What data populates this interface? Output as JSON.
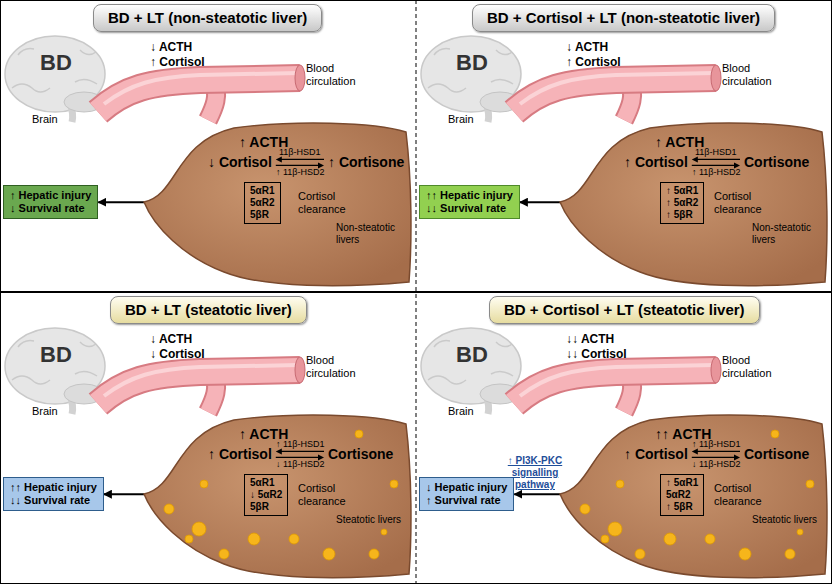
{
  "diagram": {
    "nodes": [
      {
        "text": [
          "BD + LT (non-steatotic liver)"
        ]
      },
      {
        "text": [
          "↑ Hepatic injury",
          "↓ Survival rate"
        ]
      },
      {
        "text": [
          "↑ ACTH",
          "↓ Cortisol",
          "↑ Cortisone",
          "11β-HSD1",
          "↑ 11β-HSD2",
          "Cortisol clearance"
        ]
      },
      {
        "text": [
          "5αR1",
          "5αR2",
          "5βR"
        ],
        "in": 2
      },
      {
        "text": [
          "BD + Cortisol + LT (non-steatotic liver)"
        ]
      },
      {
        "text": [
          "↑↑ Hepatic injury",
          "↓↓ Survival rate"
        ]
      },
      {
        "text": [
          "↑ ACTH",
          "↑ Cortisol",
          "Cortisone",
          "11β-HSD1",
          "↑ 11β-HSD2",
          "Cortisol clearance"
        ]
      },
      {
        "text": [
          "↑ 5αR1",
          "↑ 5αR2",
          "↑ 5βR"
        ],
        "in": 6
      },
      {
        "text": [
          "BD + LT (steatotic liver)"
        ]
      },
      {
        "text": [
          "↑↑ Hepatic injury",
          "↓↓ Survival rate"
        ]
      },
      {
        "text": [
          "↑ ACTH",
          "↑ Cortisol",
          "Cortisone",
          "↑ 11β-HSD1",
          "↓ 11β-HSD2",
          "Cortisol clearance"
        ]
      },
      {
        "text": [
          "5αR1",
          "↓ 5αR2",
          "5βR"
        ],
        "in": 10
      },
      {
        "text": [
          "BD + Cortisol + LT (steatotic liver)"
        ]
      },
      {
        "text": [
          "↓ Hepatic injury",
          "↑ Survival rate"
        ]
      },
      {
        "text": [
          "↑↑ ACTH",
          "↑ Cortisol",
          "Cortisone",
          "↑ 11β-HSD1",
          "↓ 11β-HSD2",
          "Cortisol clearance"
        ]
      },
      {
        "text": [
          "↑ 5αR1",
          "5αR2",
          "↑ 5βR"
        ],
        "in": 14
      }
    ],
    "edges": [
      {
        "from": 2,
        "to": 1,
        "arrow": "to"
      },
      {
        "from": 6,
        "to": 5,
        "arrow": "to"
      },
      {
        "from": 10,
        "to": 9,
        "arrow": "to"
      },
      {
        "from": 14,
        "to": 13,
        "arrow": "to",
        "label": "↑ PI3K-PKC signalling pathway"
      }
    ],
    "labels": [
      "BD",
      "Brain",
      "↓ ACTH",
      "↑ Cortisol",
      "Blood circulation",
      "Non-steatotic livers",
      "BD",
      "Brain",
      "↓ ACTH",
      "↑ Cortisol",
      "Blood circulation",
      "Non-steatotic livers",
      "BD",
      "Brain",
      "↓ ACTH",
      "↓ Cortisol",
      "Blood circulation",
      "Steatotic livers",
      "BD",
      "Brain",
      "↓↓ ACTH",
      "↓↓ Cortisol",
      "Blood circulation",
      "Steatotic livers"
    ]
  }
}
